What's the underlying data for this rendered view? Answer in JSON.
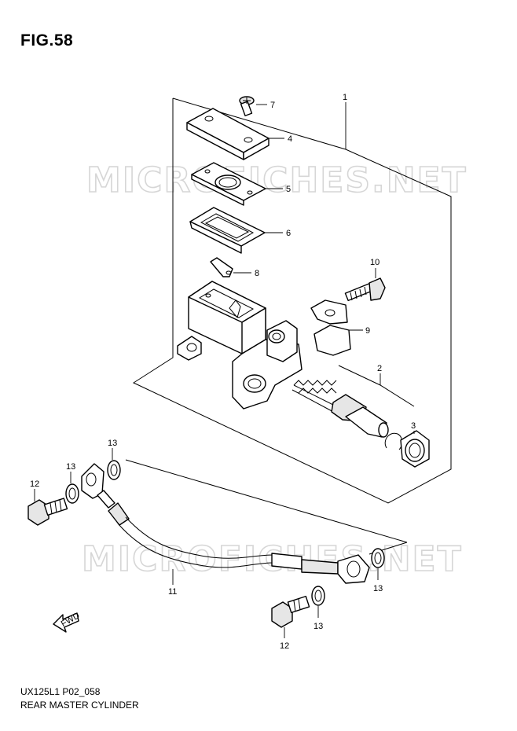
{
  "figure": {
    "title": "FIG.58",
    "code": "UX125L1 P02_058",
    "name": "REAR MASTER CYLINDER"
  },
  "watermark": {
    "text": "MICROFICHES.NET"
  },
  "callouts": {
    "c1": "1",
    "c2": "2",
    "c3": "3",
    "c4": "4",
    "c5": "5",
    "c6": "6",
    "c7": "7",
    "c8": "8",
    "c9": "9",
    "c10": "10",
    "c11": "11",
    "c12a": "12",
    "c12b": "12",
    "c13a": "13",
    "c13b": "13",
    "c13c": "13",
    "c13d": "13"
  },
  "fwd_arrow": {
    "label": "FWD"
  }
}
